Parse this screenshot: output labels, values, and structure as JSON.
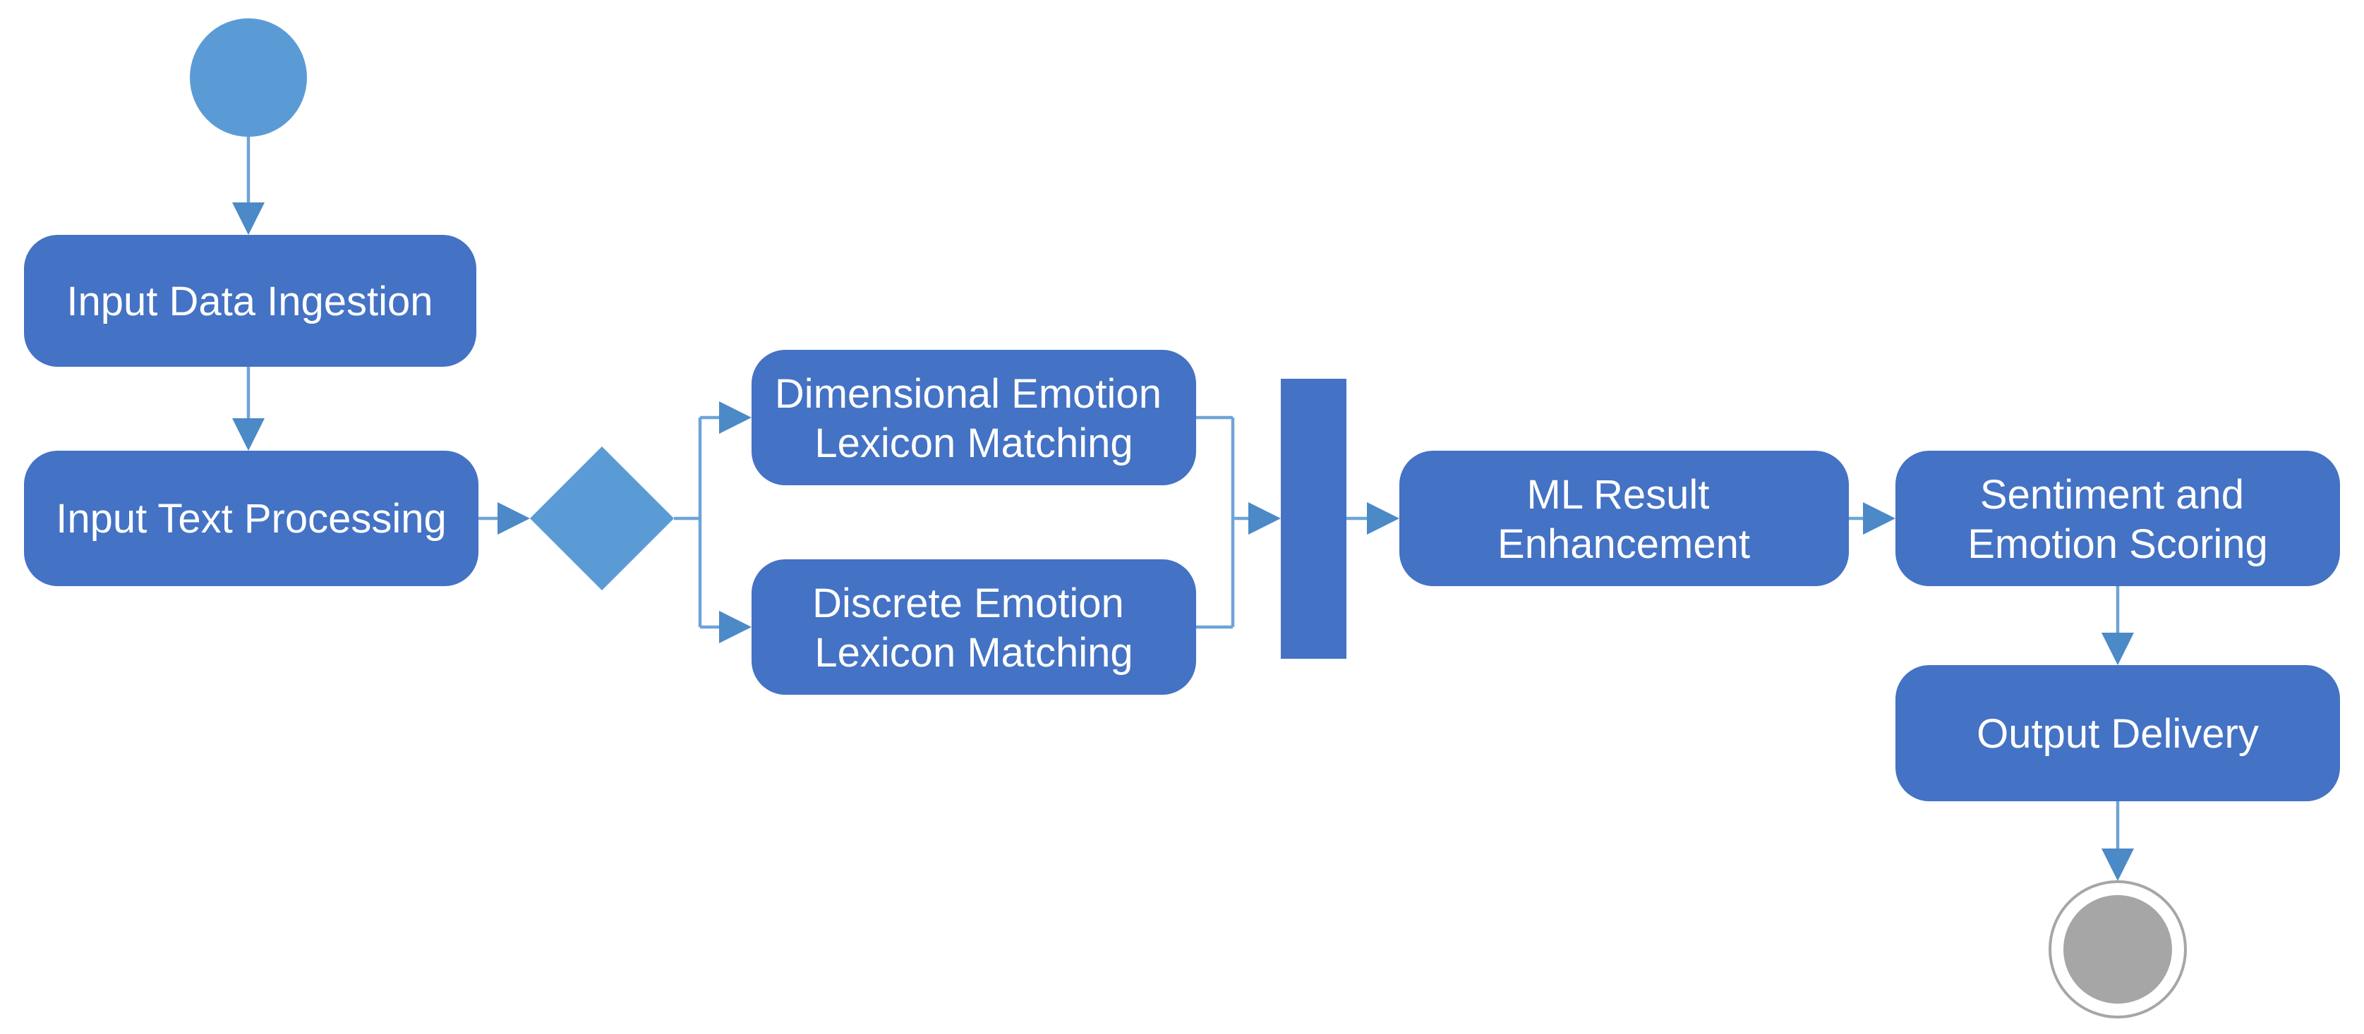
{
  "diagram": {
    "type": "activity-flowchart",
    "background": "#FFFFFF",
    "colors": {
      "process_fill": "#4472C4",
      "accent_fill": "#5B9BD5",
      "connector_line": "#6FA3D8",
      "arrowhead": "#4C89C7",
      "final_node_gray": "#A6A6A6",
      "label_text": "#FFFFFF"
    },
    "nodes": {
      "start": {
        "kind": "initial-node"
      },
      "ingestion": {
        "label": "Input Data Ingestion"
      },
      "processing": {
        "label": "Input Text Processing"
      },
      "decision": {
        "kind": "decision-diamond"
      },
      "dimensional": {
        "line1": "Dimensional Emotion",
        "line2": "Lexicon Matching"
      },
      "discrete": {
        "line1": "Discrete Emotion",
        "line2": "Lexicon Matching"
      },
      "join": {
        "kind": "join-bar"
      },
      "ml": {
        "line1": "ML Result",
        "line2": "Enhancement"
      },
      "scoring": {
        "line1": "Sentiment and",
        "line2": "Emotion Scoring"
      },
      "output": {
        "label": "Output Delivery"
      },
      "end": {
        "kind": "final-node"
      }
    }
  }
}
